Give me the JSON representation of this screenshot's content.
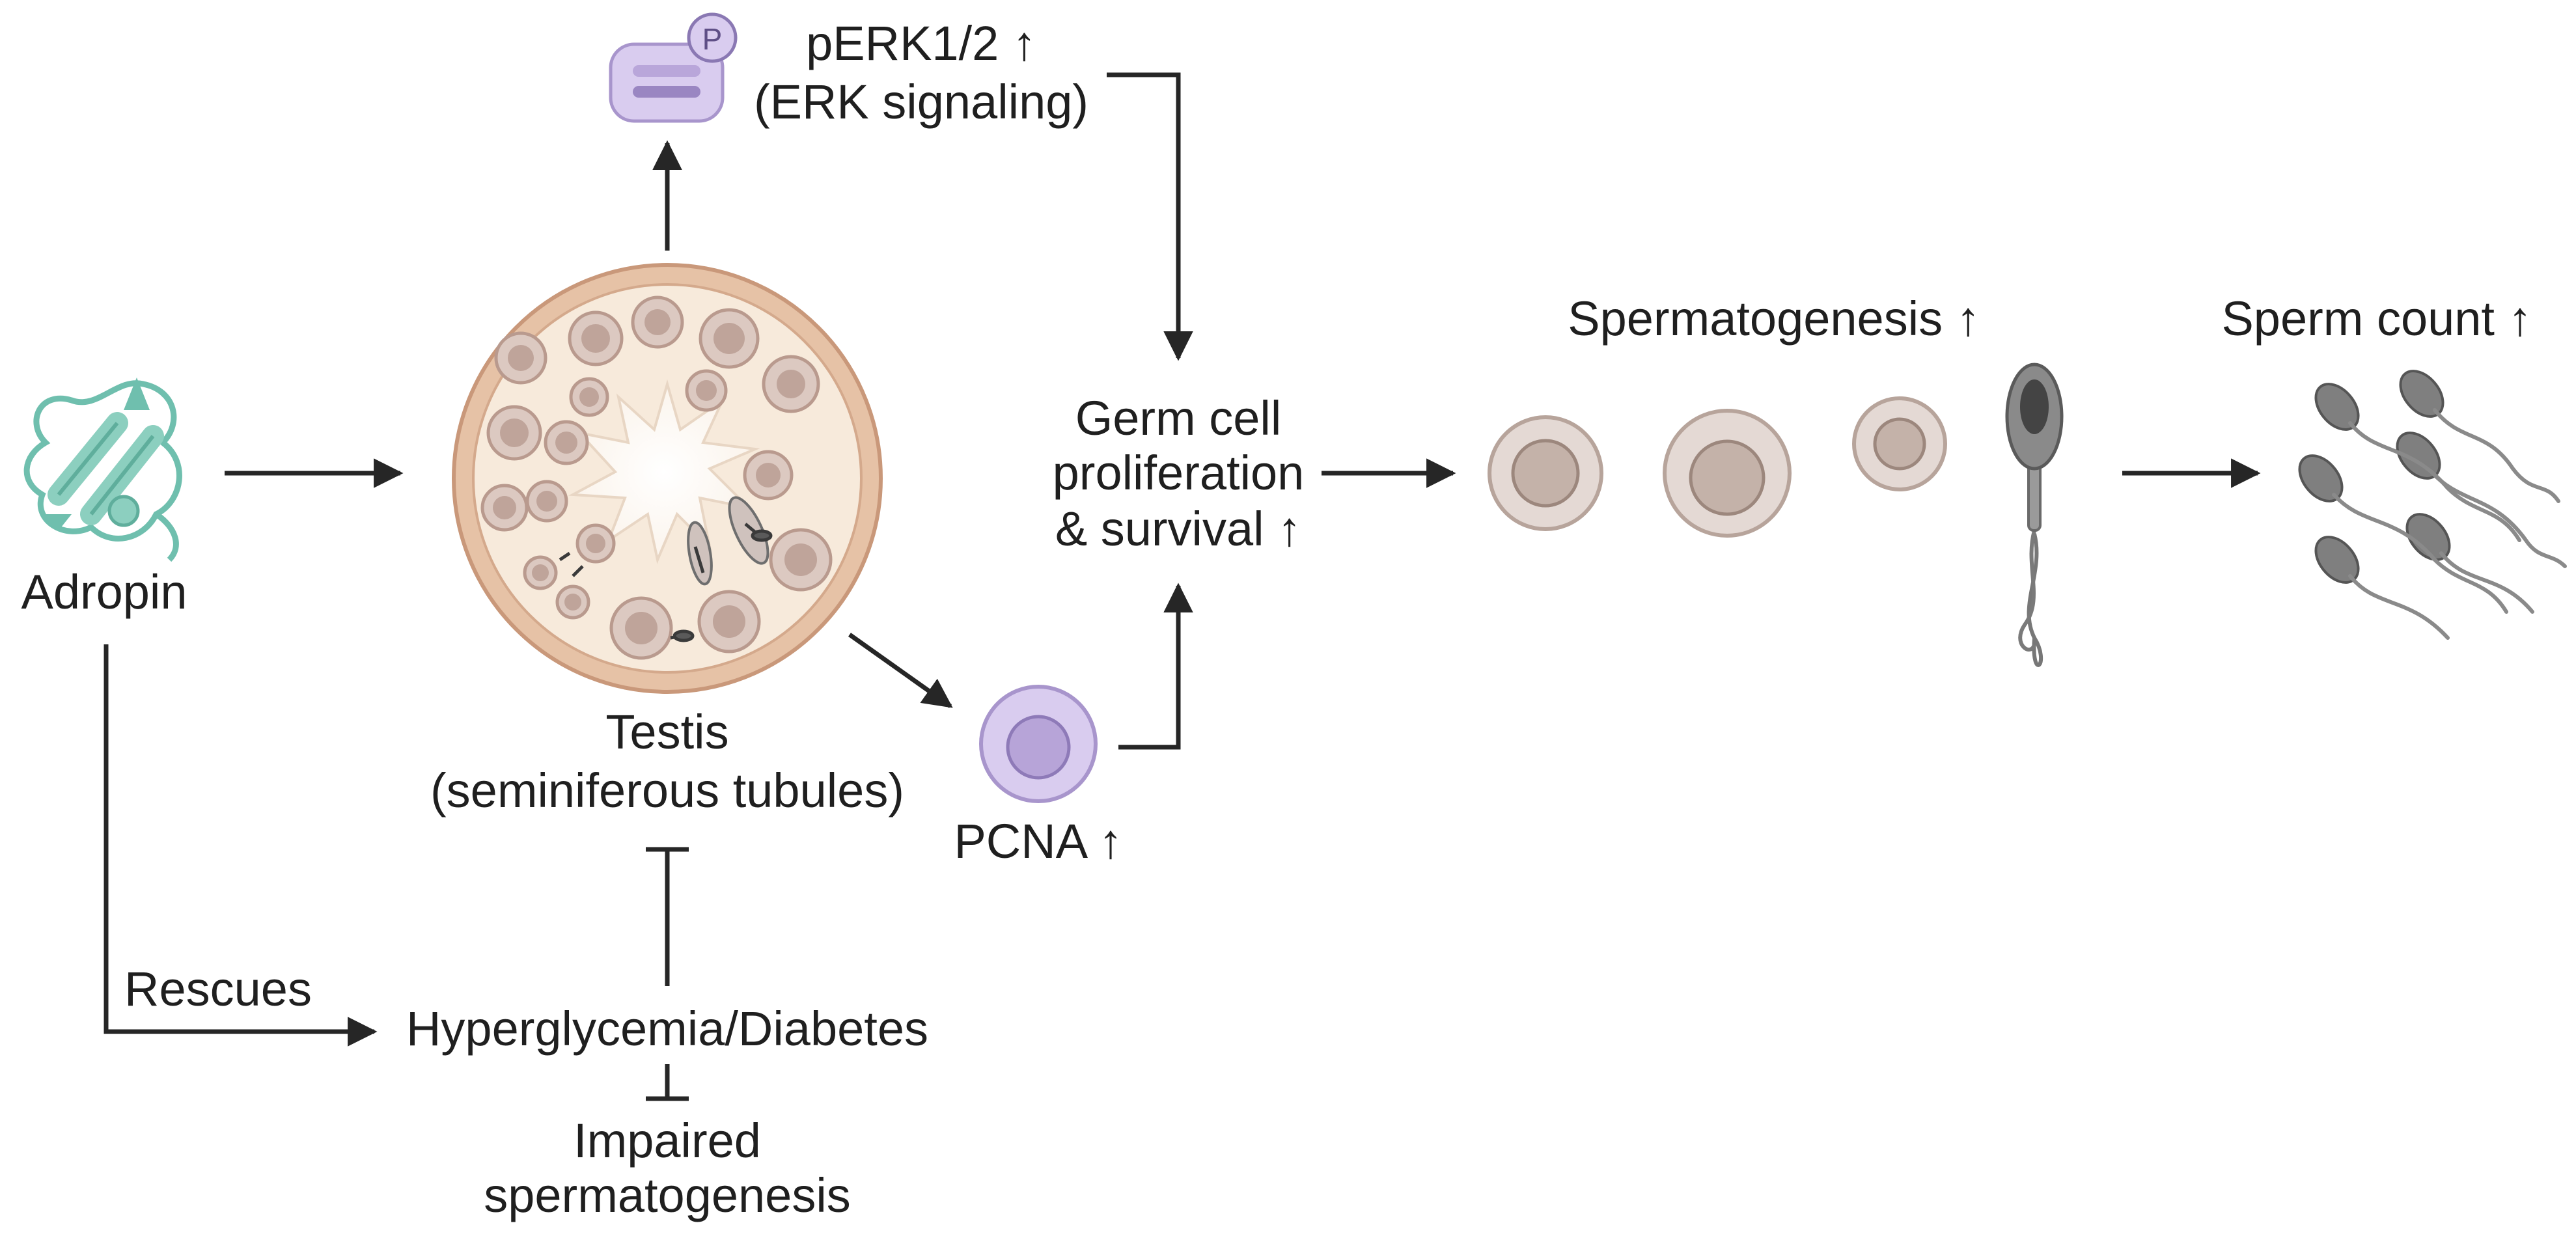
{
  "labels": {
    "adropin": "Adropin",
    "perk_line1": "pERK1/2 ↑",
    "perk_line2": "(ERK signaling)",
    "perk_badge": "P",
    "testis_line1": "Testis",
    "testis_line2": "(seminiferous tubules)",
    "germ_line1": "Germ cell",
    "germ_line2": "proliferation",
    "germ_line3": "& survival ↑",
    "pcna": "PCNA ↑",
    "spermatogenesis": "Spermatogenesis ↑",
    "sperm_count": "Sperm count ↑",
    "rescues": "Rescues",
    "hyperglycemia": "Hyperglycemia/Diabetes",
    "impaired_line1": "Impaired",
    "impaired_line2": "spermatogenesis"
  },
  "colors": {
    "arrow": "#262626",
    "text": "#1f1f1f",
    "adropin": "#8ccfbf",
    "erk_fill": "#d9ccef",
    "pcna_fill": "#d9ccef",
    "tubule_wall": "#e6c2a6",
    "tubule_inner": "#f7eadb",
    "cell_outer": "#dcc9c1",
    "cell_inner": "#bfa49a",
    "sperm": "#7a7a7a"
  }
}
